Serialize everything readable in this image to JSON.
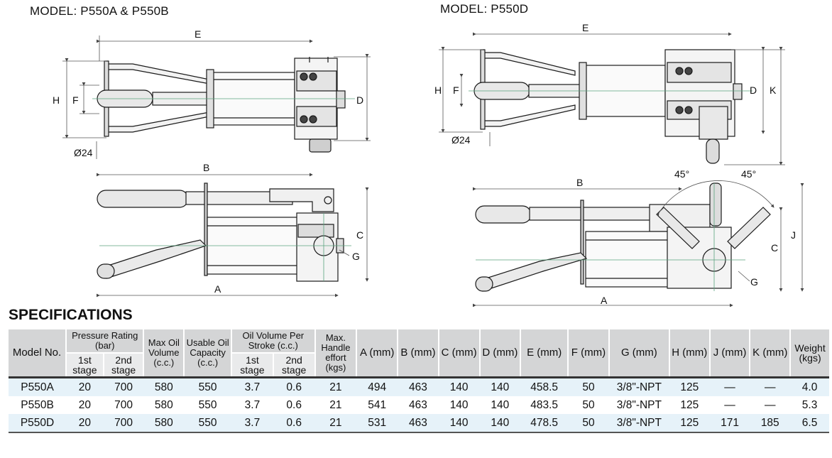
{
  "models": {
    "left_title": "MODEL: P550A & P550B",
    "right_title": "MODEL: P550D"
  },
  "labels": {
    "E": "E",
    "H": "H",
    "F": "F",
    "D": "D",
    "K": "K",
    "B": "B",
    "C": "C",
    "A": "A",
    "G": "G",
    "J": "J",
    "dia": "Ø24",
    "angle": "45°"
  },
  "spec": {
    "heading": "SPECIFICATIONS",
    "header": {
      "model": "Model No.",
      "pressure": "Pressure Rating (bar)",
      "stage1": "1st stage",
      "stage2": "2nd stage",
      "max_oil": "Max Oil Volume (c.c.)",
      "usable_oil": "Usable Oil Capacity (c.c.)",
      "oil_per_stroke": "Oil Volume Per Stroke (c.c.)",
      "handle": "Max. Handle effort (kgs)",
      "A": "A (mm)",
      "B": "B (mm)",
      "C": "C (mm)",
      "D": "D (mm)",
      "E": "E (mm)",
      "F": "F (mm)",
      "G": "G (mm)",
      "H": "H (mm)",
      "J": "J (mm)",
      "K": "K (mm)",
      "weight": "Weight (kgs)"
    },
    "rows": [
      [
        "P550A",
        "20",
        "700",
        "580",
        "550",
        "3.7",
        "0.6",
        "21",
        "494",
        "463",
        "140",
        "140",
        "458.5",
        "50",
        "3/8\"-NPT",
        "125",
        "—",
        "—",
        "4.0"
      ],
      [
        "P550B",
        "20",
        "700",
        "580",
        "550",
        "3.7",
        "0.6",
        "21",
        "541",
        "463",
        "140",
        "140",
        "483.5",
        "50",
        "3/8\"-NPT",
        "125",
        "—",
        "—",
        "5.3"
      ],
      [
        "P550D",
        "20",
        "700",
        "580",
        "550",
        "3.7",
        "0.6",
        "21",
        "531",
        "463",
        "140",
        "140",
        "478.5",
        "50",
        "3/8\"-NPT",
        "125",
        "171",
        "185",
        "6.5"
      ]
    ]
  }
}
